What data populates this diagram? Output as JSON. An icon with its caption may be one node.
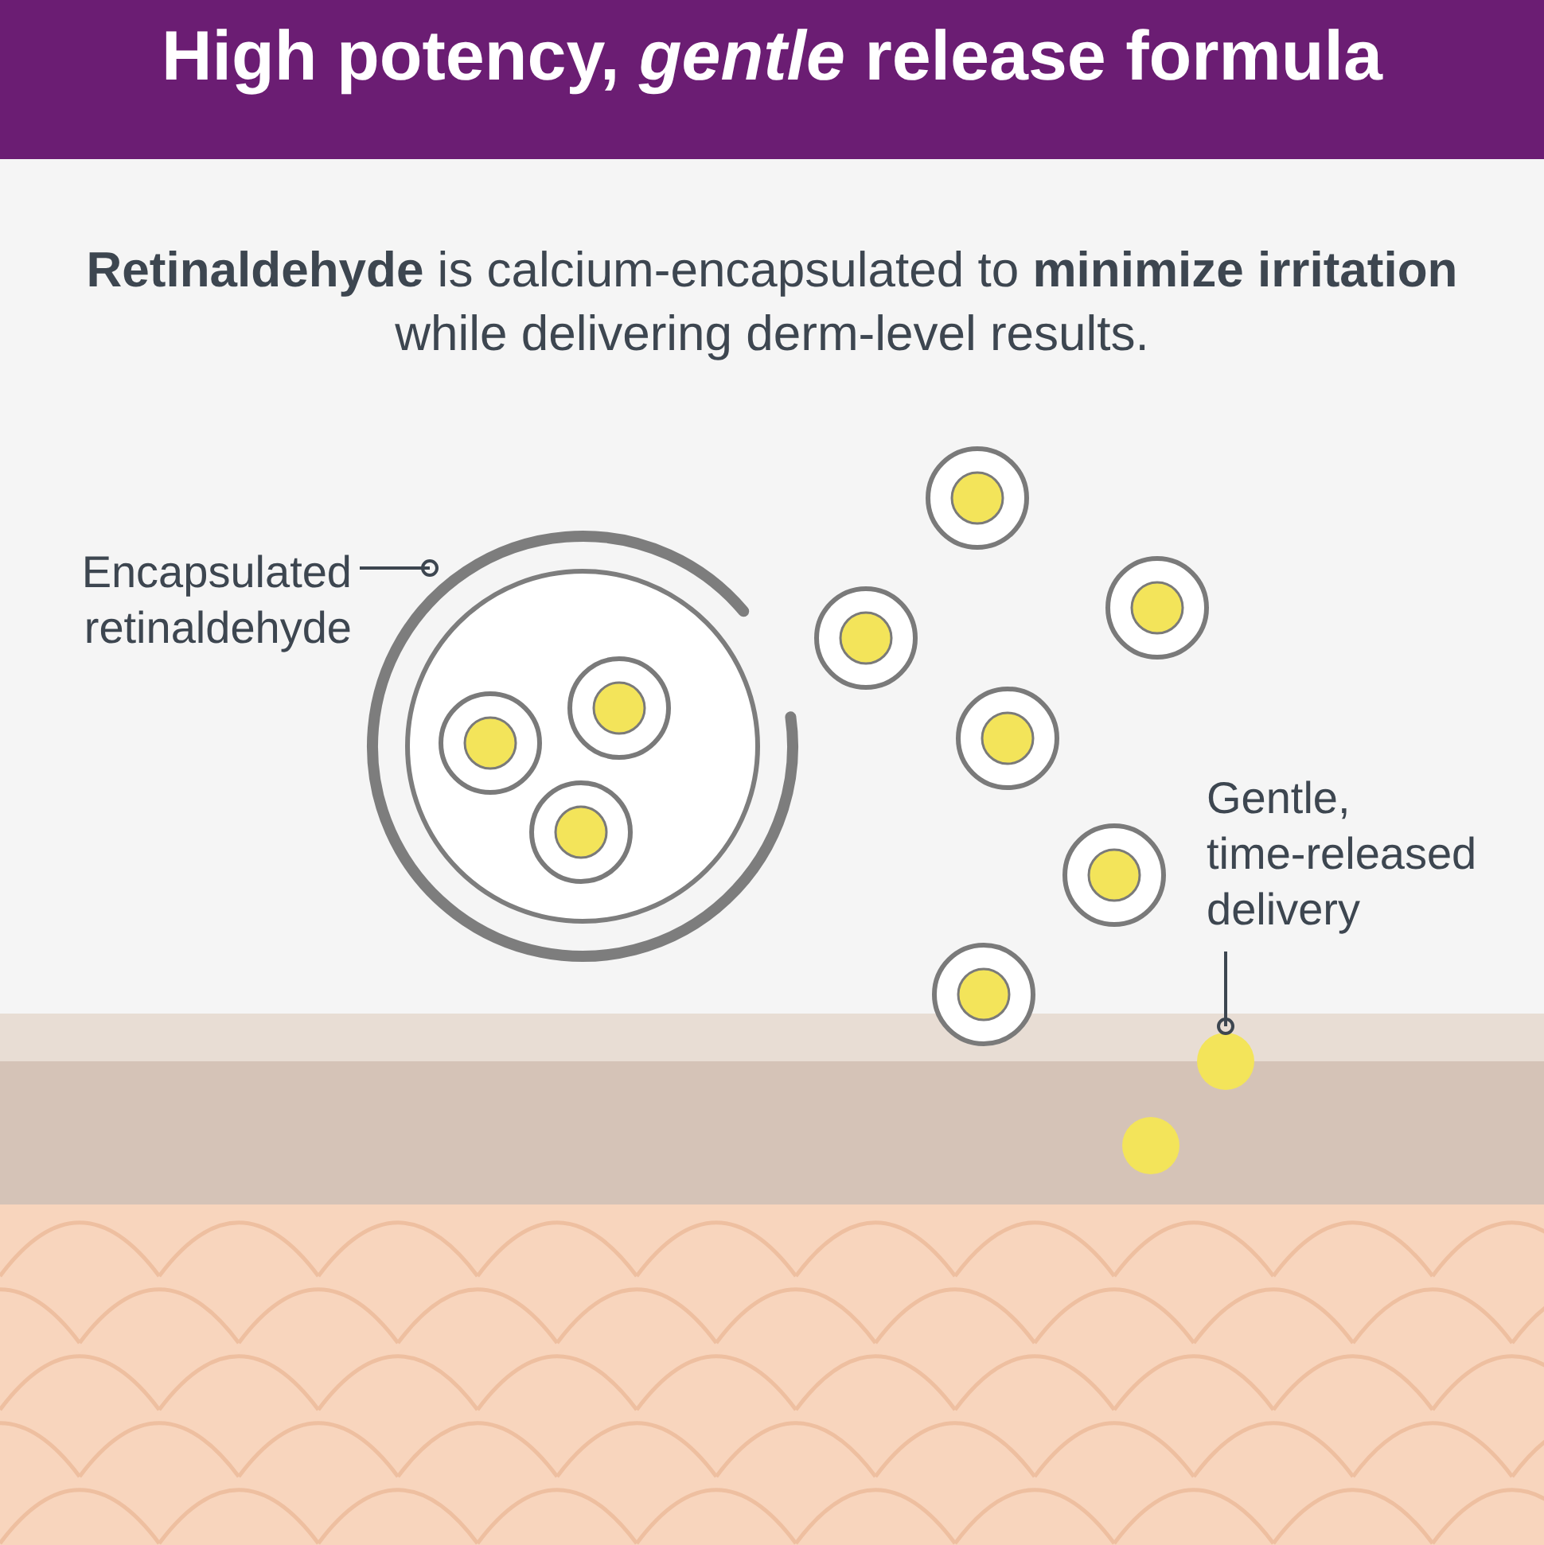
{
  "diagram": {
    "title": "High potency, *gentle* release formula",
    "nodes": [
      {
        "text": [
          "Encapsulated retinaldehyde"
        ]
      },
      {
        "text": [],
        "shape": "picture"
      },
      {
        "text": [
          "Gentle, time-released delivery"
        ]
      },
      {
        "text": [],
        "shape": "circle"
      },
      {
        "text": [],
        "shape": "circle"
      }
    ],
    "edges": [
      {
        "from": 0,
        "to": 1,
        "arrow": "other"
      },
      {
        "from": 2,
        "to": 3,
        "arrow": "other"
      }
    ],
    "labels": [
      "**Retinaldehyde** is calcium-encapsulated to **minimize irritation** while delivering derm-level results."
    ]
  }
}
